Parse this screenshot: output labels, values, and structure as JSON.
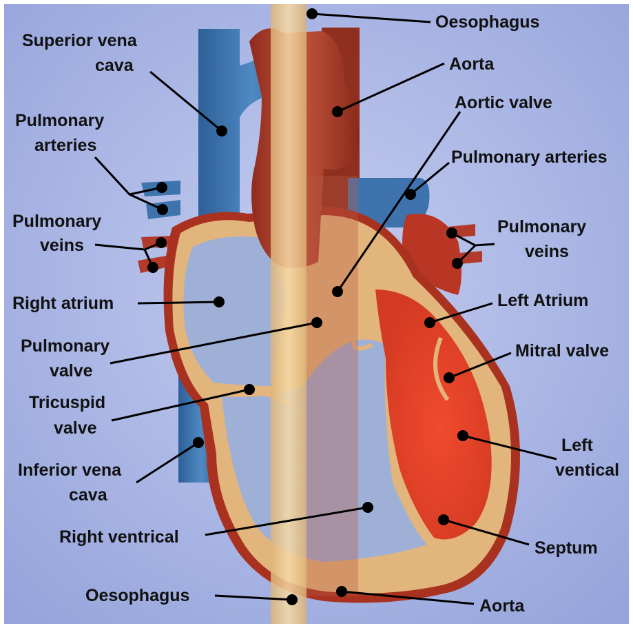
{
  "labels": {
    "oesophagus_top": "Oesophagus",
    "aorta_top": "Aorta",
    "aortic_valve": "Aortic valve",
    "pulmonary_arteries_right": "Pulmonary arteries",
    "pulmonary_veins_right_1": "Pulmonary",
    "pulmonary_veins_right_2": "veins",
    "left_atrium": "Left Atrium",
    "mitral_valve": "Mitral valve",
    "left_ventical_1": "Left",
    "left_ventical_2": "ventical",
    "septum": "Septum",
    "aorta_bottom": "Aorta",
    "superior_vena_cava_1": "Superior vena",
    "superior_vena_cava_2": "cava",
    "pulmonary_arteries_left_1": "Pulmonary",
    "pulmonary_arteries_left_2": "arteries",
    "pulmonary_veins_left_1": "Pulmonary",
    "pulmonary_veins_left_2": "veins",
    "right_atrium": "Right atrium",
    "pulmonary_valve_1": "Pulmonary",
    "pulmonary_valve_2": "valve",
    "tricuspid_valve_1": "Tricuspid",
    "tricuspid_valve_2": "valve",
    "inferior_vena_cava_1": "Inferior vena",
    "inferior_vena_cava_2": "cava",
    "right_ventrical": "Right ventrical",
    "oesophagus_bottom": "Oesophagus"
  },
  "colors": {
    "background": "#aab6e4",
    "vein_blue": "#3f73ad",
    "artery_red": "#b23a2a",
    "heart_wall": "#e2b57c",
    "left_chamber": "#e2452c",
    "right_chamber": "#9fb0d6",
    "oesophagus": "#f2cf95"
  }
}
